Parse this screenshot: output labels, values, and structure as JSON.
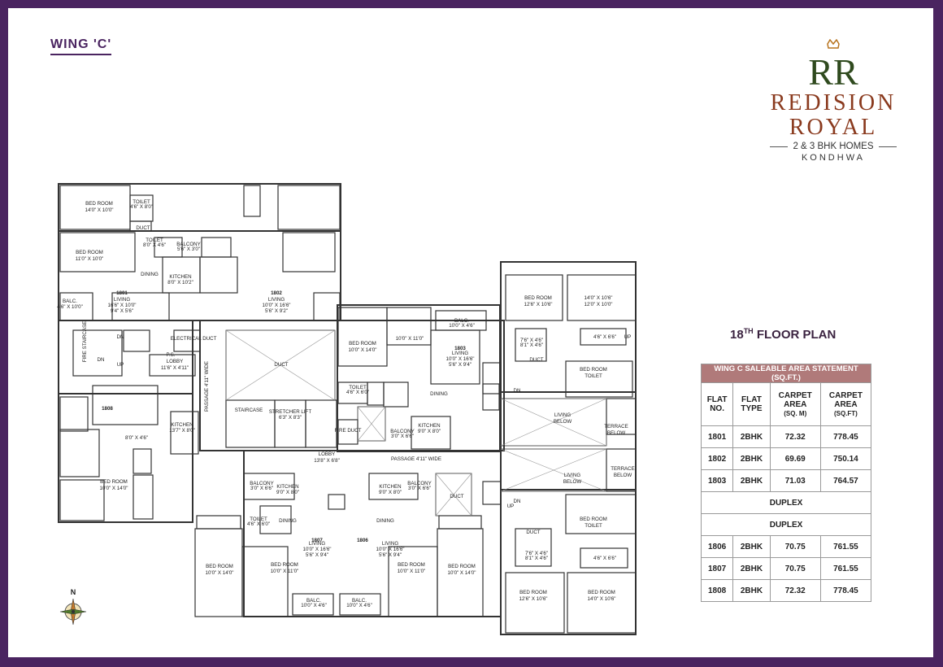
{
  "wing_title": "WING 'C'",
  "brand": {
    "logo_letters": "RR",
    "name_line1": "REDISION",
    "name_line2": "ROYAL",
    "tagline": "2 & 3 BHK HOMES",
    "location": "KONDHWA",
    "icon": "crown-icon"
  },
  "floor_plan": {
    "ordinal": "18",
    "suffix": "TH",
    "title": "FLOOR PLAN"
  },
  "compass_label": "N",
  "area_table": {
    "title": "WING C SALEABLE AREA STATEMENT (SQ.FT.)",
    "headers": {
      "flat_no": "FLAT NO.",
      "flat_type": "FLAT TYPE",
      "carpet_sqm": "CARPET AREA",
      "carpet_sqm_unit": "(SQ. M)",
      "carpet_sqft": "CARPET AREA",
      "carpet_sqft_unit": "(SQ.FT)"
    },
    "rows": [
      {
        "flat": "1801",
        "type": "2BHK",
        "sqm": "72.32",
        "sqft": "778.45"
      },
      {
        "flat": "1802",
        "type": "2BHK",
        "sqm": "69.69",
        "sqft": "750.14"
      },
      {
        "flat": "1803",
        "type": "2BHK",
        "sqm": "71.03",
        "sqft": "764.57"
      },
      {
        "full": "DUPLEX"
      },
      {
        "full": "DUPLEX"
      },
      {
        "flat": "1806",
        "type": "2BHK",
        "sqm": "70.75",
        "sqft": "761.55"
      },
      {
        "flat": "1807",
        "type": "2BHK",
        "sqm": "70.75",
        "sqft": "761.55"
      },
      {
        "flat": "1808",
        "type": "2BHK",
        "sqm": "72.32",
        "sqft": "778.45"
      }
    ]
  },
  "plan": {
    "flats": [
      "1801",
      "1802",
      "1803",
      "1806",
      "1807",
      "1808"
    ],
    "labels": [
      "BED ROOM",
      "14'0\" X 10'0\"",
      "TOILET",
      "4'6\" X 8'0\"",
      "DUCT",
      "TOILET",
      "8'0\" X 4'6\"",
      "BED ROOM",
      "11'0\" X 10'0\"",
      "BALCONY",
      "5'6\" X 3'0\"",
      "KITCHEN",
      "8'0\" X 10'2\"",
      "DINING",
      "LIVING",
      "16'6\" X 10'0\"",
      "9'4\" X 5'6\"",
      "BALC.",
      "4'6\" X 10'0\"",
      "LIVING",
      "10'0\" X 16'6\"",
      "5'6\" X 9'2\"",
      "FIRE STAIRCASE",
      "DN",
      "UP",
      "P.S.",
      "ELECTRICAL DUCT",
      "LOBBY",
      "11'6\" X 4'11\"",
      "PASSAGE 4'11\" WIDE",
      "DUCT",
      "STAIRCASE",
      "STRETCHER LIFT",
      "6'3\" X 8'3\"",
      "FIRE DUCT",
      "LOBBY",
      "13'8\" X 6'8\"",
      "PASSAGE 4'11\" WIDE",
      "BED ROOM",
      "10'0\" X 14'0\"",
      "10'0\" X 11'0\"",
      "BALC.",
      "10'0\" X 4'6\"",
      "LIVING",
      "10'0\" X 16'6\"",
      "5'6\" X 9'4\"",
      "DINING",
      "KITCHEN",
      "9'0\" X 8'0\"",
      "BALCONY",
      "3'0\" X 6'6\"",
      "TOILET",
      "4'6\" X 6'0\"",
      "8'0\" X 4'6\"",
      "KITCHEN",
      "13'7\" X 8'0\"",
      "LIVING",
      "BELOW",
      "TERRACE",
      "BELOW",
      "BED ROOM",
      "12'6\" X 10'6\"",
      "14'0\" X 10'6\"",
      "12'0\" X 10'0\"",
      "TOILET",
      "7'6\" X 4'6\"",
      "8'1\" X 4'6\"",
      "4'6\" X 6'6\"",
      "DUCT",
      "UP",
      "DN"
    ]
  }
}
